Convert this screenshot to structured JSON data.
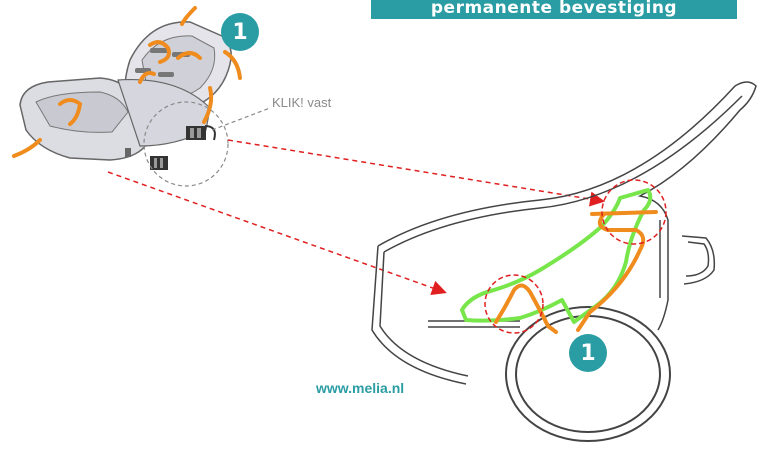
{
  "banner": {
    "text": "permanente bevestiging"
  },
  "annotations": {
    "click_label": "KLIK! vast",
    "website": "www.melia.nl"
  },
  "badges": {
    "seat_step": "1",
    "frame_step": "1"
  },
  "colors": {
    "accent": "#2a9ca3",
    "strap": "#f08c1e",
    "seat_highlight": "#78e64b",
    "guide_arrow": "#e02020",
    "outline": "#444444"
  },
  "icons": [
    "seat-shell-icon",
    "buckle-clip-icon",
    "bike-frame-icon",
    "wheel-icon"
  ]
}
